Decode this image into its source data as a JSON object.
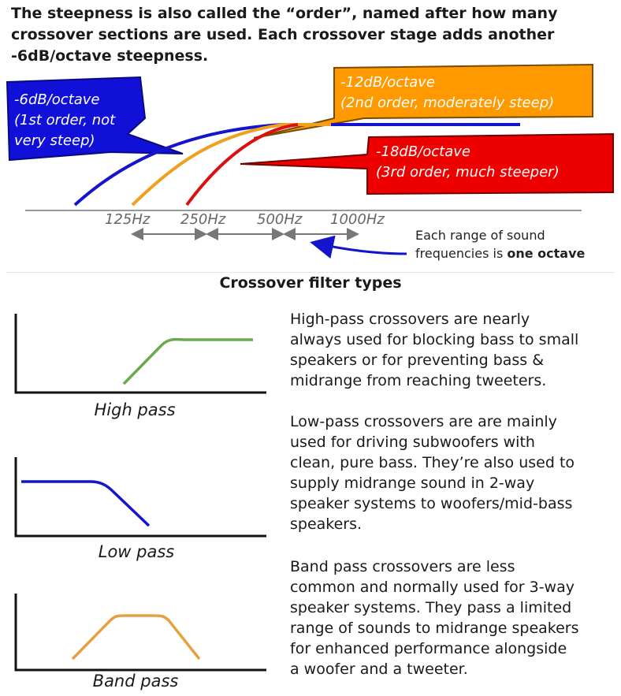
{
  "intro": {
    "lines": [
      "The steepness is also called the “order”, named after how many",
      "crossover sections are used. Each crossover stage adds another",
      "-6dB/octave  steepness."
    ]
  },
  "callouts": {
    "first": {
      "line1": "-6dB/octave",
      "line2": "(1st order, not",
      "line3": "very steep)",
      "color": "#1010d8"
    },
    "second": {
      "line1": "-12dB/octave",
      "line2": "(2nd order, moderately steep)",
      "color": "#ff9900"
    },
    "third": {
      "line1": "-18dB/octave",
      "line2": "(3rd order, much steeper)",
      "color": "#ee0000"
    }
  },
  "frequencies": [
    "125Hz",
    "250Hz",
    "500Hz",
    "1000Hz"
  ],
  "octave_note": {
    "line1": "Each range of sound",
    "line2_prefix": "frequencies is ",
    "line2_bold": "one octave"
  },
  "section_title": "Crossover filter types",
  "panels": {
    "high": {
      "label": "High pass",
      "color": "#6aaa4e"
    },
    "low": {
      "label": "Low pass",
      "color": "#1414cc"
    },
    "band": {
      "label": "Band pass",
      "color": "#e6a040"
    }
  },
  "descriptions": {
    "high": [
      "High-pass crossovers are nearly",
      "always used for blocking bass to small",
      "speakers or for preventing bass &",
      "midrange from reaching tweeters."
    ],
    "low": [
      "Low-pass crossovers are are mainly",
      "used for driving subwoofers with",
      "clean, pure bass. They’re also used to",
      "supply midrange sound in 2-way",
      "speaker systems to woofers/mid-bass",
      "speakers."
    ],
    "band": [
      "Band pass crossovers are less",
      "common and normally used for 3-way",
      "speaker systems. They pass a limited",
      "range of sounds to midrange speakers",
      "for enhanced performance alongside",
      "a woofer and a tweeter."
    ]
  }
}
